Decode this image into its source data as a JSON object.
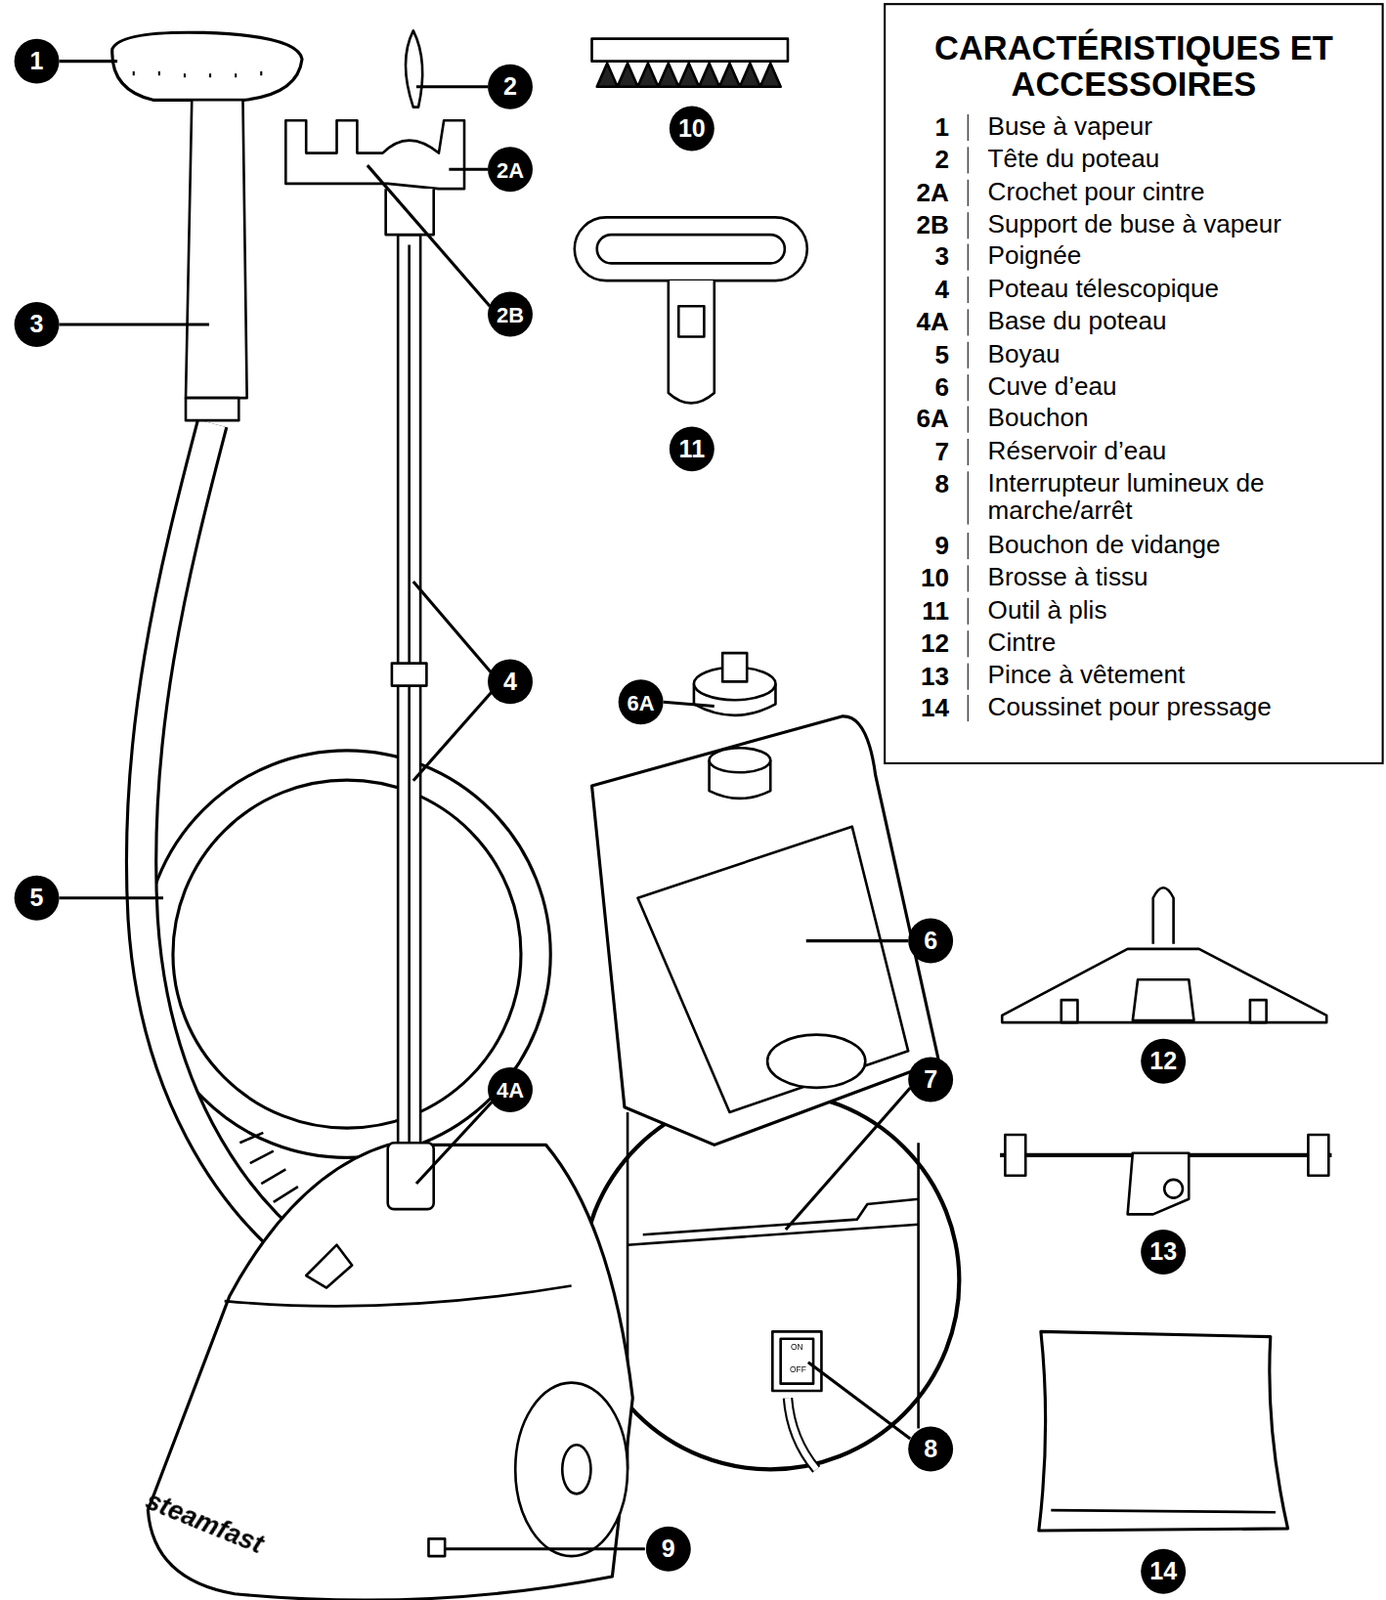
{
  "diagram": {
    "nodes": [
      {
        "text": [
          "CARACTÉRISTIQUES ET ACCESSOIRES",
          "1",
          "Buse à vapeur",
          "2",
          "Tête du poteau",
          "2A",
          "Crochet pour cintre",
          "2B",
          "Support de buse à vapeur",
          "3",
          "Poignée",
          "4",
          "Poteau télescopique",
          "4A",
          "Base du poteau",
          "5",
          "Boyau",
          "6",
          "Cuve d’eau",
          "6A",
          "Bouchon",
          "7",
          "Réservoir d’eau",
          "8",
          "Interrupteur lumineux de marche/arrêt",
          "9",
          "Bouchon de vidange",
          "10",
          "Brosse à tissu",
          "11",
          "Outil à plis",
          "12",
          "Cintre",
          "13",
          "Pince à vêtement",
          "14",
          "Coussinet pour pressage"
        ]
      },
      {
        "text": [
          "1"
        ]
      },
      {
        "text": [
          "2"
        ]
      },
      {
        "text": [
          "10"
        ]
      },
      {
        "text": [
          "2A"
        ]
      },
      {
        "text": [
          "3"
        ]
      },
      {
        "text": [
          "2B"
        ]
      },
      {
        "text": [
          "11"
        ]
      },
      {
        "text": [
          "4"
        ]
      },
      {
        "text": [
          "6A"
        ]
      },
      {
        "text": [
          "5"
        ]
      },
      {
        "text": [
          "6"
        ]
      },
      {
        "text": [
          "12"
        ]
      },
      {
        "text": [
          "7"
        ]
      },
      {
        "text": [
          "4A"
        ]
      },
      {
        "text": [
          "13"
        ]
      },
      {
        "text": [
          "8"
        ]
      },
      {
        "text": [
          "9"
        ]
      },
      {
        "text": [
          "14"
        ]
      }
    ],
    "labels": [
      "steamfast",
      "ON",
      "OFF"
    ]
  }
}
